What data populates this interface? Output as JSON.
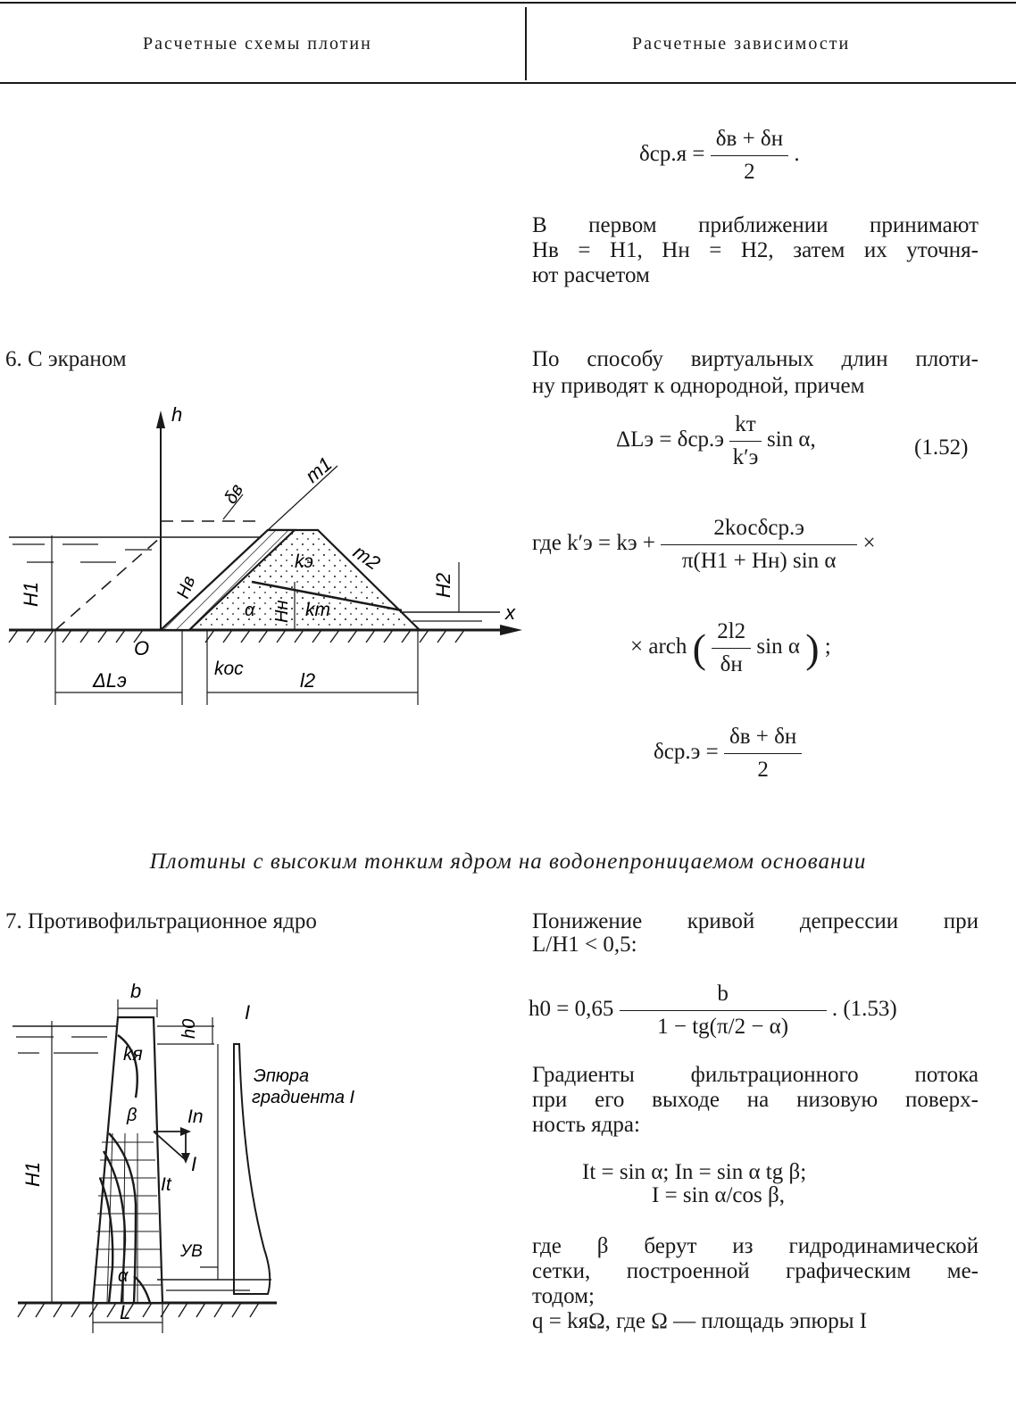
{
  "header": {
    "left": "Расчетные схемы плотин",
    "right": "Расчетные зависимости"
  },
  "top": {
    "formula_lhs": "δср.я =",
    "formula_num": "δв + δн",
    "formula_den": "2",
    "formula_end": ".",
    "note_line1": "В первом приближении принимают",
    "note_line2": "Hв = H1, Hн = H2, затем их уточня-",
    "note_line3": "ют расчетом"
  },
  "item6": {
    "title": "6. С экраном",
    "text_line1": "По способу виртуальных длин плоти-",
    "text_line2": "ну приводят к однородной, причем",
    "eq152_lhs": "ΔLэ = δср.э",
    "eq152_num": "kт",
    "eq152_den": "k′э",
    "eq152_rhs": "sin α,",
    "eq152_no": "(1.52)",
    "where_label": "где",
    "kprime_lhs": "k′э = kэ +",
    "kprime_num": "2kосδср.э",
    "kprime_den": "π(H1 + Hн) sin α",
    "kprime_times": "×",
    "arch_pre": "× arch",
    "arch_num": "2l2",
    "arch_den": "δн",
    "arch_post": "sin α",
    "arch_end": ";",
    "delta_lhs": "δср.э =",
    "delta_num": "δв + δн",
    "delta_den": "2",
    "diagram_labels": {
      "h": "h",
      "delta_v": "δв",
      "m1": "m1",
      "m2": "m2",
      "H1": "H1",
      "H2": "H2",
      "Hv": "Hв",
      "Hn": "Hн",
      "k_e": "kэ",
      "k_t": "kт",
      "alpha": "α",
      "x": "x",
      "O": "O",
      "k_os": "kос",
      "dLe": "ΔLэ",
      "l2": "l2"
    }
  },
  "section_title": "Плотины с высоким тонким ядром на водонепроницаемом основании",
  "item7": {
    "title": "7. Противофильтрационное ядро",
    "text_line1": "Понижение кривой депрессии при",
    "text_line2": "L/H1 < 0,5:",
    "eq153_lhs": "h0 = 0,65",
    "eq153_num": "b",
    "eq153_den": "1 − tg(π/2 − α)",
    "eq153_no": ". (1.53)",
    "grad_line1": "Градиенты фильтрационного потока",
    "grad_line2": "при его выходе на низовую поверх-",
    "grad_line3": "ность ядра:",
    "grad_eq1": "It = sin α;  In = sin α tg β;",
    "grad_eq2": "I = sin α/cos β,",
    "beta_line1": "где β берут из гидродинамической",
    "beta_line2": "сетки, построенной графическим ме-",
    "beta_line3": "тодом;",
    "q_line": "q = kяΩ,  где Ω — площадь эпюры I",
    "diagram_labels": {
      "b": "b",
      "h0": "h0",
      "I_top": "I",
      "k_ya": "kя",
      "epure_1": "Эпюра",
      "epure_2": "градиента I",
      "beta": "β",
      "In": "In",
      "I": "I",
      "It": "It",
      "H1": "H1",
      "UV": "УВ",
      "alpha": "α",
      "L": "L"
    }
  }
}
